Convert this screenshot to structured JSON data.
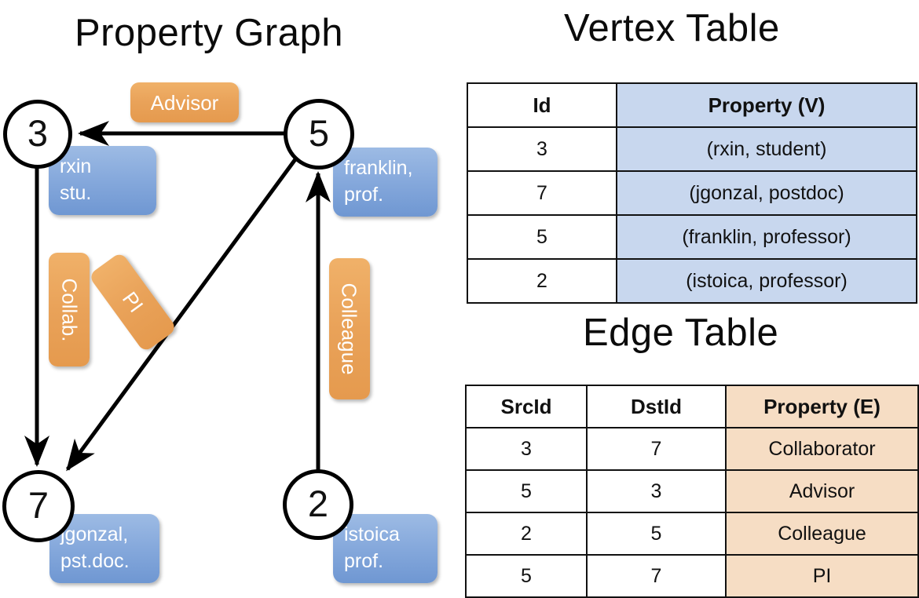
{
  "titles": {
    "property_graph": "Property Graph",
    "vertex_table": "Vertex Table",
    "edge_table": "Edge Table"
  },
  "graph": {
    "nodes": [
      {
        "id": "3",
        "property_lines": [
          "rxin",
          "stu."
        ]
      },
      {
        "id": "5",
        "property_lines": [
          "franklin,",
          "prof."
        ]
      },
      {
        "id": "7",
        "property_lines": [
          "jgonzal,",
          "pst.doc."
        ]
      },
      {
        "id": "2",
        "property_lines": [
          "istoica",
          "prof."
        ]
      }
    ],
    "edge_labels": [
      {
        "label": "Advisor",
        "from": "5",
        "to": "3"
      },
      {
        "label": "Collab.",
        "from": "3",
        "to": "7"
      },
      {
        "label": "PI",
        "from": "5",
        "to": "7"
      },
      {
        "label": "Colleague",
        "from": "2",
        "to": "5"
      }
    ]
  },
  "vertex_table": {
    "headers": [
      "Id",
      "Property (V)"
    ],
    "rows": [
      [
        "3",
        "(rxin, student)"
      ],
      [
        "7",
        "(jgonzal, postdoc)"
      ],
      [
        "5",
        "(franklin, professor)"
      ],
      [
        "2",
        "(istoica, professor)"
      ]
    ]
  },
  "edge_table": {
    "headers": [
      "SrcId",
      "DstId",
      "Property (E)"
    ],
    "rows": [
      [
        "3",
        "7",
        "Collaborator"
      ],
      [
        "5",
        "3",
        "Advisor"
      ],
      [
        "2",
        "5",
        "Colleague"
      ],
      [
        "5",
        "7",
        "PI"
      ]
    ]
  },
  "colors": {
    "vertex_property_fill": "#c8d7ee",
    "edge_property_fill": "#f6ddc4",
    "node_property_box": "#86a9dc",
    "edge_label_box": "#e9a259",
    "stroke": "#111111"
  }
}
